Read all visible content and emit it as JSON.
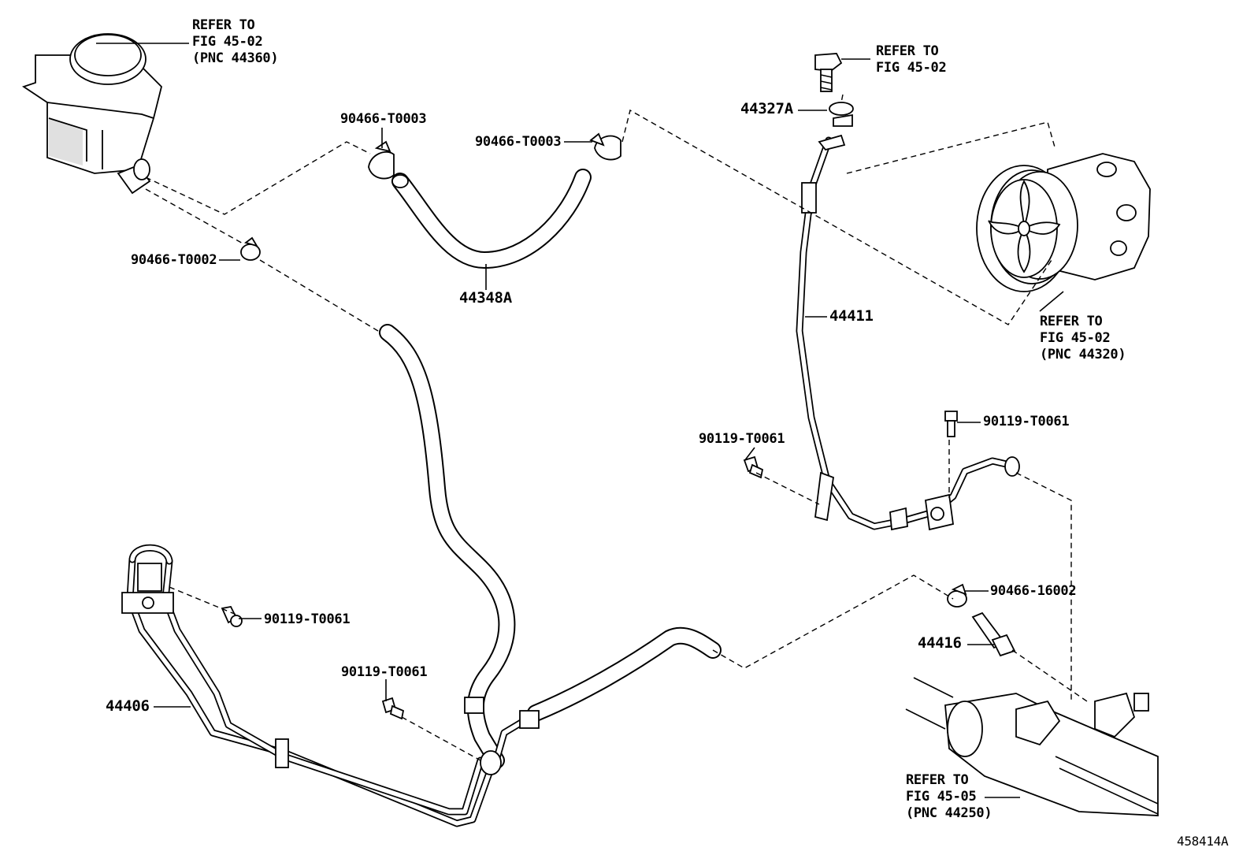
{
  "labels": {
    "reservoir_ref": [
      "REFER TO",
      "FIG 45-02",
      "(PNC 44360)"
    ],
    "bolt_ref": [
      "REFER TO",
      "FIG 45-02"
    ],
    "pump_ref": [
      "REFER TO",
      "FIG 45-02",
      "(PNC 44320)"
    ],
    "gear_ref": [
      "REFER TO",
      "FIG 45-05",
      "(PNC 44250)"
    ],
    "clamp_left": "90466-T0003",
    "clamp_mid": "90466-T0003",
    "clamp_small": "90466-T0002",
    "hose_suction": "44348A",
    "bracket": "44327A",
    "pressure_tube": "44411",
    "bolt_right_upper": "90119-T0061",
    "bolt_right_mid": "90119-T0061",
    "clamp_right": "90466-16002",
    "union": "44416",
    "bolt_left": "90119-T0061",
    "bolt_center": "90119-T0061",
    "return_tube": "44406",
    "diagram_id": "458414A"
  }
}
